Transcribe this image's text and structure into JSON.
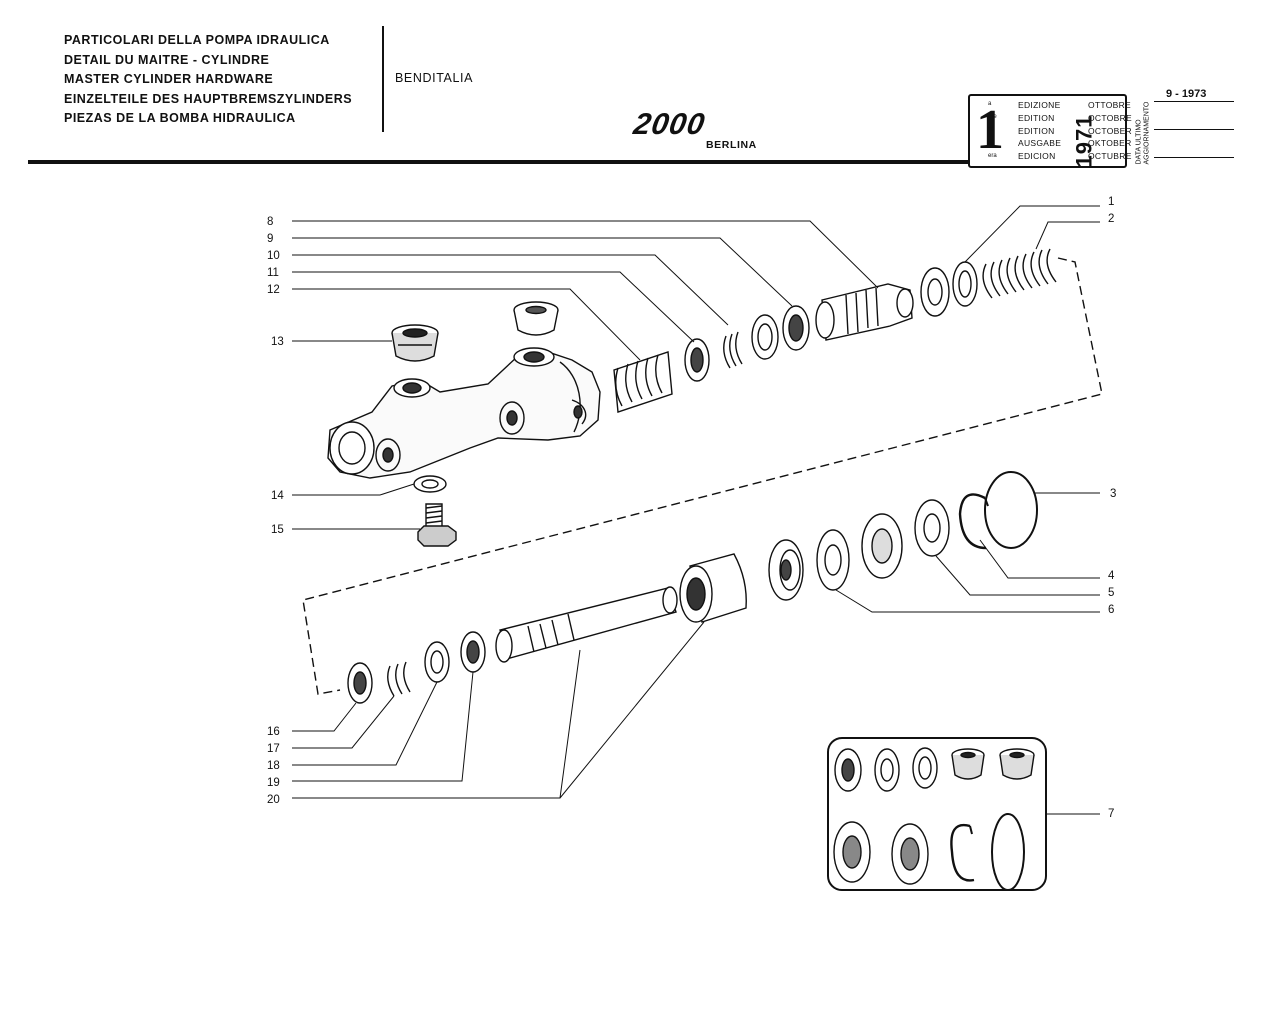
{
  "header": {
    "titles": [
      "PARTICOLARI DELLA POMPA IDRAULICA",
      "DETAIL DU MAITRE - CYLINDRE",
      "MASTER CYLINDER HARDWARE",
      "EINZELTEILE DES HAUPTBREMSZYLINDERS",
      "PIEZAS DE LA BOMBA HIDRAULICA"
    ],
    "brand": "BENDITALIA",
    "model": "2000",
    "model_sub": "BERLINA"
  },
  "edition_box": {
    "number": "1",
    "ordinals": [
      "a",
      "ere",
      "st",
      ".",
      "era"
    ],
    "words": [
      "EDIZIONE",
      "EDITION",
      "EDITION",
      "AUSGABE",
      "EDICION"
    ],
    "year": "1971",
    "months": [
      "OTTOBRE",
      "OCTOBRE",
      "OCTOBER",
      "OKTOBER",
      "OCTUBRE"
    ],
    "update_label_1": "DATA ULTIMO",
    "update_label_2": "AGGIORNAMENTO",
    "update_date": "9 - 1973"
  },
  "callouts": [
    "1",
    "2",
    "3",
    "4",
    "5",
    "6",
    "7",
    "8",
    "9",
    "10",
    "11",
    "12",
    "13",
    "14",
    "15",
    "16",
    "17",
    "18",
    "19",
    "20"
  ]
}
